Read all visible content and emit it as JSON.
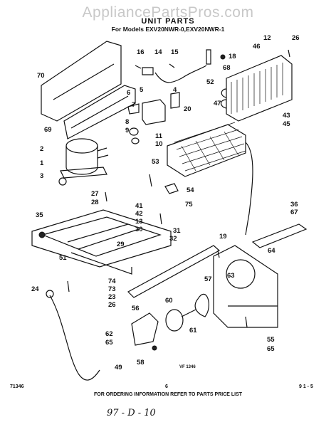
{
  "watermark": "AppliancePartsPros.com",
  "title": "UNIT PARTS",
  "subtitle": "For Models EXV20NWR-0,EXV20NWR-1",
  "drawing_code": "VF 1346",
  "footer": {
    "left_code": "71346",
    "page_number": "6",
    "right_code": "9 1 - 5",
    "order_info": "FOR ORDERING INFORMATION REFER TO PARTS PRICE LIST",
    "handwritten": "97 - D - 10"
  },
  "callouts": [
    "70",
    "16",
    "14",
    "15",
    "12",
    "26",
    "46",
    "18",
    "52",
    "68",
    "6",
    "5",
    "4",
    "20",
    "47",
    "8",
    "7",
    "9",
    "11",
    "10",
    "69",
    "2",
    "1",
    "3",
    "53",
    "43",
    "45",
    "27",
    "28",
    "54",
    "75",
    "35",
    "41",
    "42",
    "13",
    "30",
    "31",
    "36",
    "67",
    "32",
    "19",
    "29",
    "51",
    "64",
    "74",
    "73",
    "23",
    "26",
    "24",
    "57",
    "63",
    "56",
    "60",
    "61",
    "62",
    "65",
    "55",
    "65",
    "58",
    "49"
  ]
}
